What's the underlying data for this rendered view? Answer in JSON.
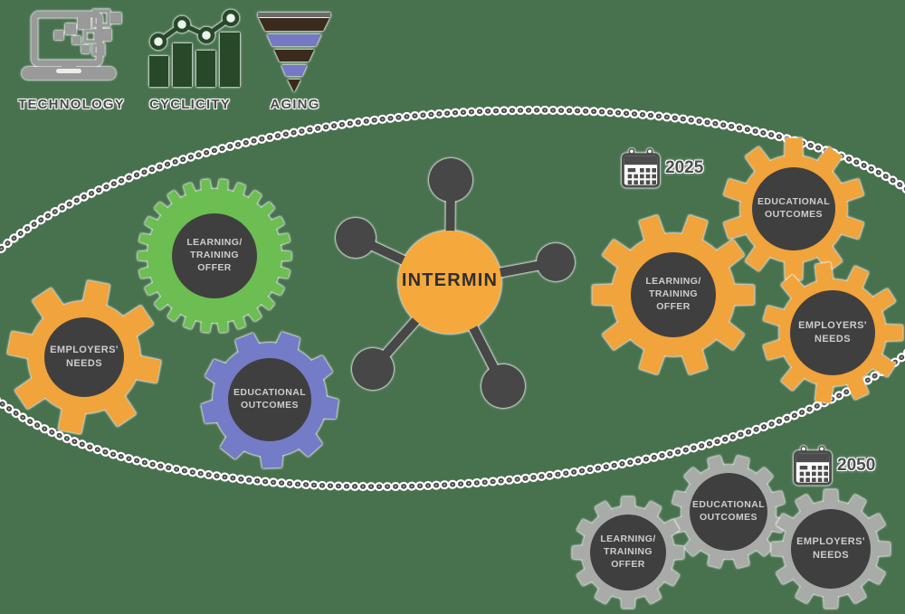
{
  "drivers": [
    {
      "label": "TECHNOLOGY",
      "icon": "laptop-icon"
    },
    {
      "label": "CYCLICITY",
      "icon": "bar-chart-icon"
    },
    {
      "label": "AGING",
      "icon": "aging-pyramid-icon"
    }
  ],
  "hub": {
    "label": "INTERMIN"
  },
  "gears": {
    "employers_present": {
      "label": "EMPLOYERS'\nNEEDS",
      "color": "#F1A33C"
    },
    "learning_present": {
      "label": "LEARNING/\nTRAINING\nOFFER",
      "color": "#6CBE53"
    },
    "educational_present": {
      "label": "EDUCATIONAL\nOUTCOMES",
      "color": "#747CC8"
    },
    "learning_2025": {
      "label": "LEARNING/\nTRAINING\nOFFER",
      "color": "#F1A33C"
    },
    "educational_2025": {
      "label": "EDUCATIONAL\nOUTCOMES",
      "color": "#F1A33C"
    },
    "employers_2025": {
      "label": "EMPLOYERS'\nNEEDS",
      "color": "#F1A33C"
    },
    "learning_2050": {
      "label": "LEARNING/\nTRAINING\nOFFER",
      "color": "#A9ABA9"
    },
    "educational_2050": {
      "label": "EDUCATIONAL\nOUTCOMES",
      "color": "#A9ABA9"
    },
    "employers_2050": {
      "label": "EMPLOYERS'\nNEEDS",
      "color": "#A9ABA9"
    }
  },
  "milestones": {
    "y2025": "2025",
    "y2050": "2050",
    "icon": "calendar-icon"
  },
  "colors": {
    "background": "#48714E",
    "hub": "#F5A93C",
    "gear_core": "#3F3F3F",
    "link": "#474747",
    "chain_dot": "#4A4A4A",
    "gear_label": "#CDCDCD",
    "icon_green": "#27492A",
    "icon_gray": "#9A9A9A",
    "pyramid_brown": "#3A2B1C",
    "pyramid_blue": "#7478C5"
  }
}
